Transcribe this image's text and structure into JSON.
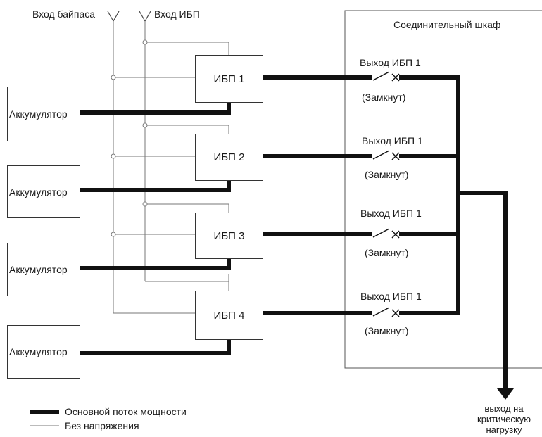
{
  "inputs": {
    "bypass_label": "Вход байпаса",
    "ups_label": "Вход ИБП"
  },
  "cabinet": {
    "title": "Соединительный шкаф"
  },
  "ups_units": [
    {
      "label": "ИБП 1",
      "battery_label": "Аккумулятор",
      "output_label": "Выход ИБП 1",
      "state_label": "(Замкнут)"
    },
    {
      "label": "ИБП 2",
      "battery_label": "Аккумулятор",
      "output_label": "Выход ИБП 1",
      "state_label": "(Замкнут)"
    },
    {
      "label": "ИБП 3",
      "battery_label": "Аккумулятор",
      "output_label": "Выход ИБП 1",
      "state_label": "(Замкнут)"
    },
    {
      "label": "ИБП 4",
      "battery_label": "Аккумулятор",
      "output_label": "Выход ИБП 1",
      "state_label": "(Замкнут)"
    }
  ],
  "output": {
    "label_line1": "выход на",
    "label_line2": "критическую",
    "label_line3": "нагрузку"
  },
  "legend": {
    "main_power": "Основной поток мощности",
    "no_voltage": "Без напряжения"
  }
}
